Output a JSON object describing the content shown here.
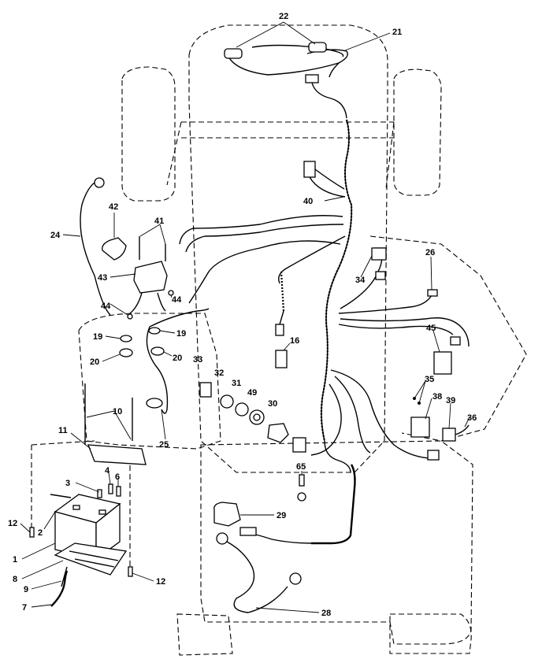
{
  "diagram": {
    "labels": {
      "p1": "1",
      "p2": "2",
      "p3": "3",
      "p4": "4",
      "p6": "6",
      "p7": "7",
      "p8": "8",
      "p9": "9",
      "p10": "10",
      "p11": "11",
      "p12a": "12",
      "p12b": "12",
      "p16": "16",
      "p19a": "19",
      "p19b": "19",
      "p20a": "20",
      "p20b": "20",
      "p21": "21",
      "p22": "22",
      "p24": "24",
      "p25": "25",
      "p26": "26",
      "p28": "28",
      "p29": "29",
      "p30": "30",
      "p31": "31",
      "p32": "32",
      "p33": "33",
      "p34": "34",
      "p35": "35",
      "p36": "36",
      "p38": "38",
      "p39": "39",
      "p40": "40",
      "p41": "41",
      "p42": "42",
      "p43": "43",
      "p44a": "44",
      "p44b": "44",
      "p45": "45",
      "p49": "49",
      "p65": "65"
    }
  }
}
